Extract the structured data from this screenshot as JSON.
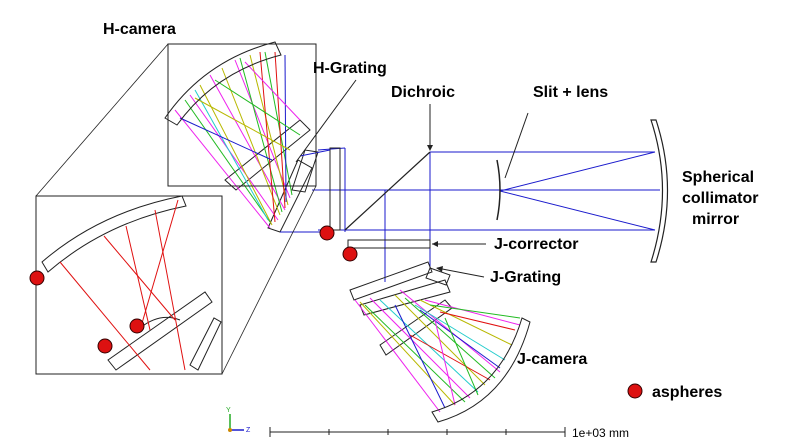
{
  "labels": {
    "h_camera": "H-camera",
    "h_grating": "H-Grating",
    "dichroic": "Dichroic",
    "slit_lens": "Slit + lens",
    "collimator_line1": "Spherical",
    "collimator_line2": "collimator",
    "collimator_line3": "mirror",
    "j_corrector": "J-corrector",
    "j_grating": "J-Grating",
    "j_camera": "J-camera",
    "aspheres": "aspheres"
  },
  "scale_bar": {
    "label": "1e+03 mm"
  },
  "axis_triad": {
    "y": "Y",
    "z": "Z"
  },
  "colors": {
    "ray_blue": "#1a1acc",
    "ray_red": "#e01010",
    "ray_green": "#22bb22",
    "ray_magenta": "#ee22ee",
    "ray_yellow": "#b8b800",
    "ray_cyan": "#22cccc",
    "asphere_marker": "#dd1111",
    "optic_outline": "#222222"
  }
}
